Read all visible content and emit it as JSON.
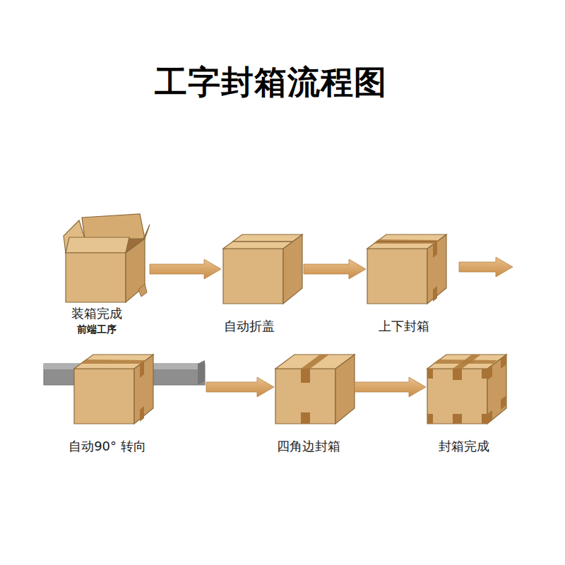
{
  "diagram": {
    "title": "工字封箱流程图",
    "nodes": [
      {
        "text": [
          "装箱完成",
          "前端工序"
        ]
      },
      {
        "text": [
          "自动折盖"
        ]
      },
      {
        "text": [
          "上下封箱"
        ]
      },
      {
        "text": [
          "自动90° 转向"
        ]
      },
      {
        "text": [
          "四角边封箱"
        ]
      },
      {
        "text": [
          "封箱完成"
        ]
      }
    ],
    "edges": [
      {
        "from": 0,
        "to": 1,
        "arrow": "to"
      },
      {
        "from": 1,
        "to": 2,
        "arrow": "to"
      },
      {
        "from": 3,
        "to": 4,
        "arrow": "to"
      },
      {
        "from": 4,
        "to": 5,
        "arrow": "to"
      }
    ]
  }
}
